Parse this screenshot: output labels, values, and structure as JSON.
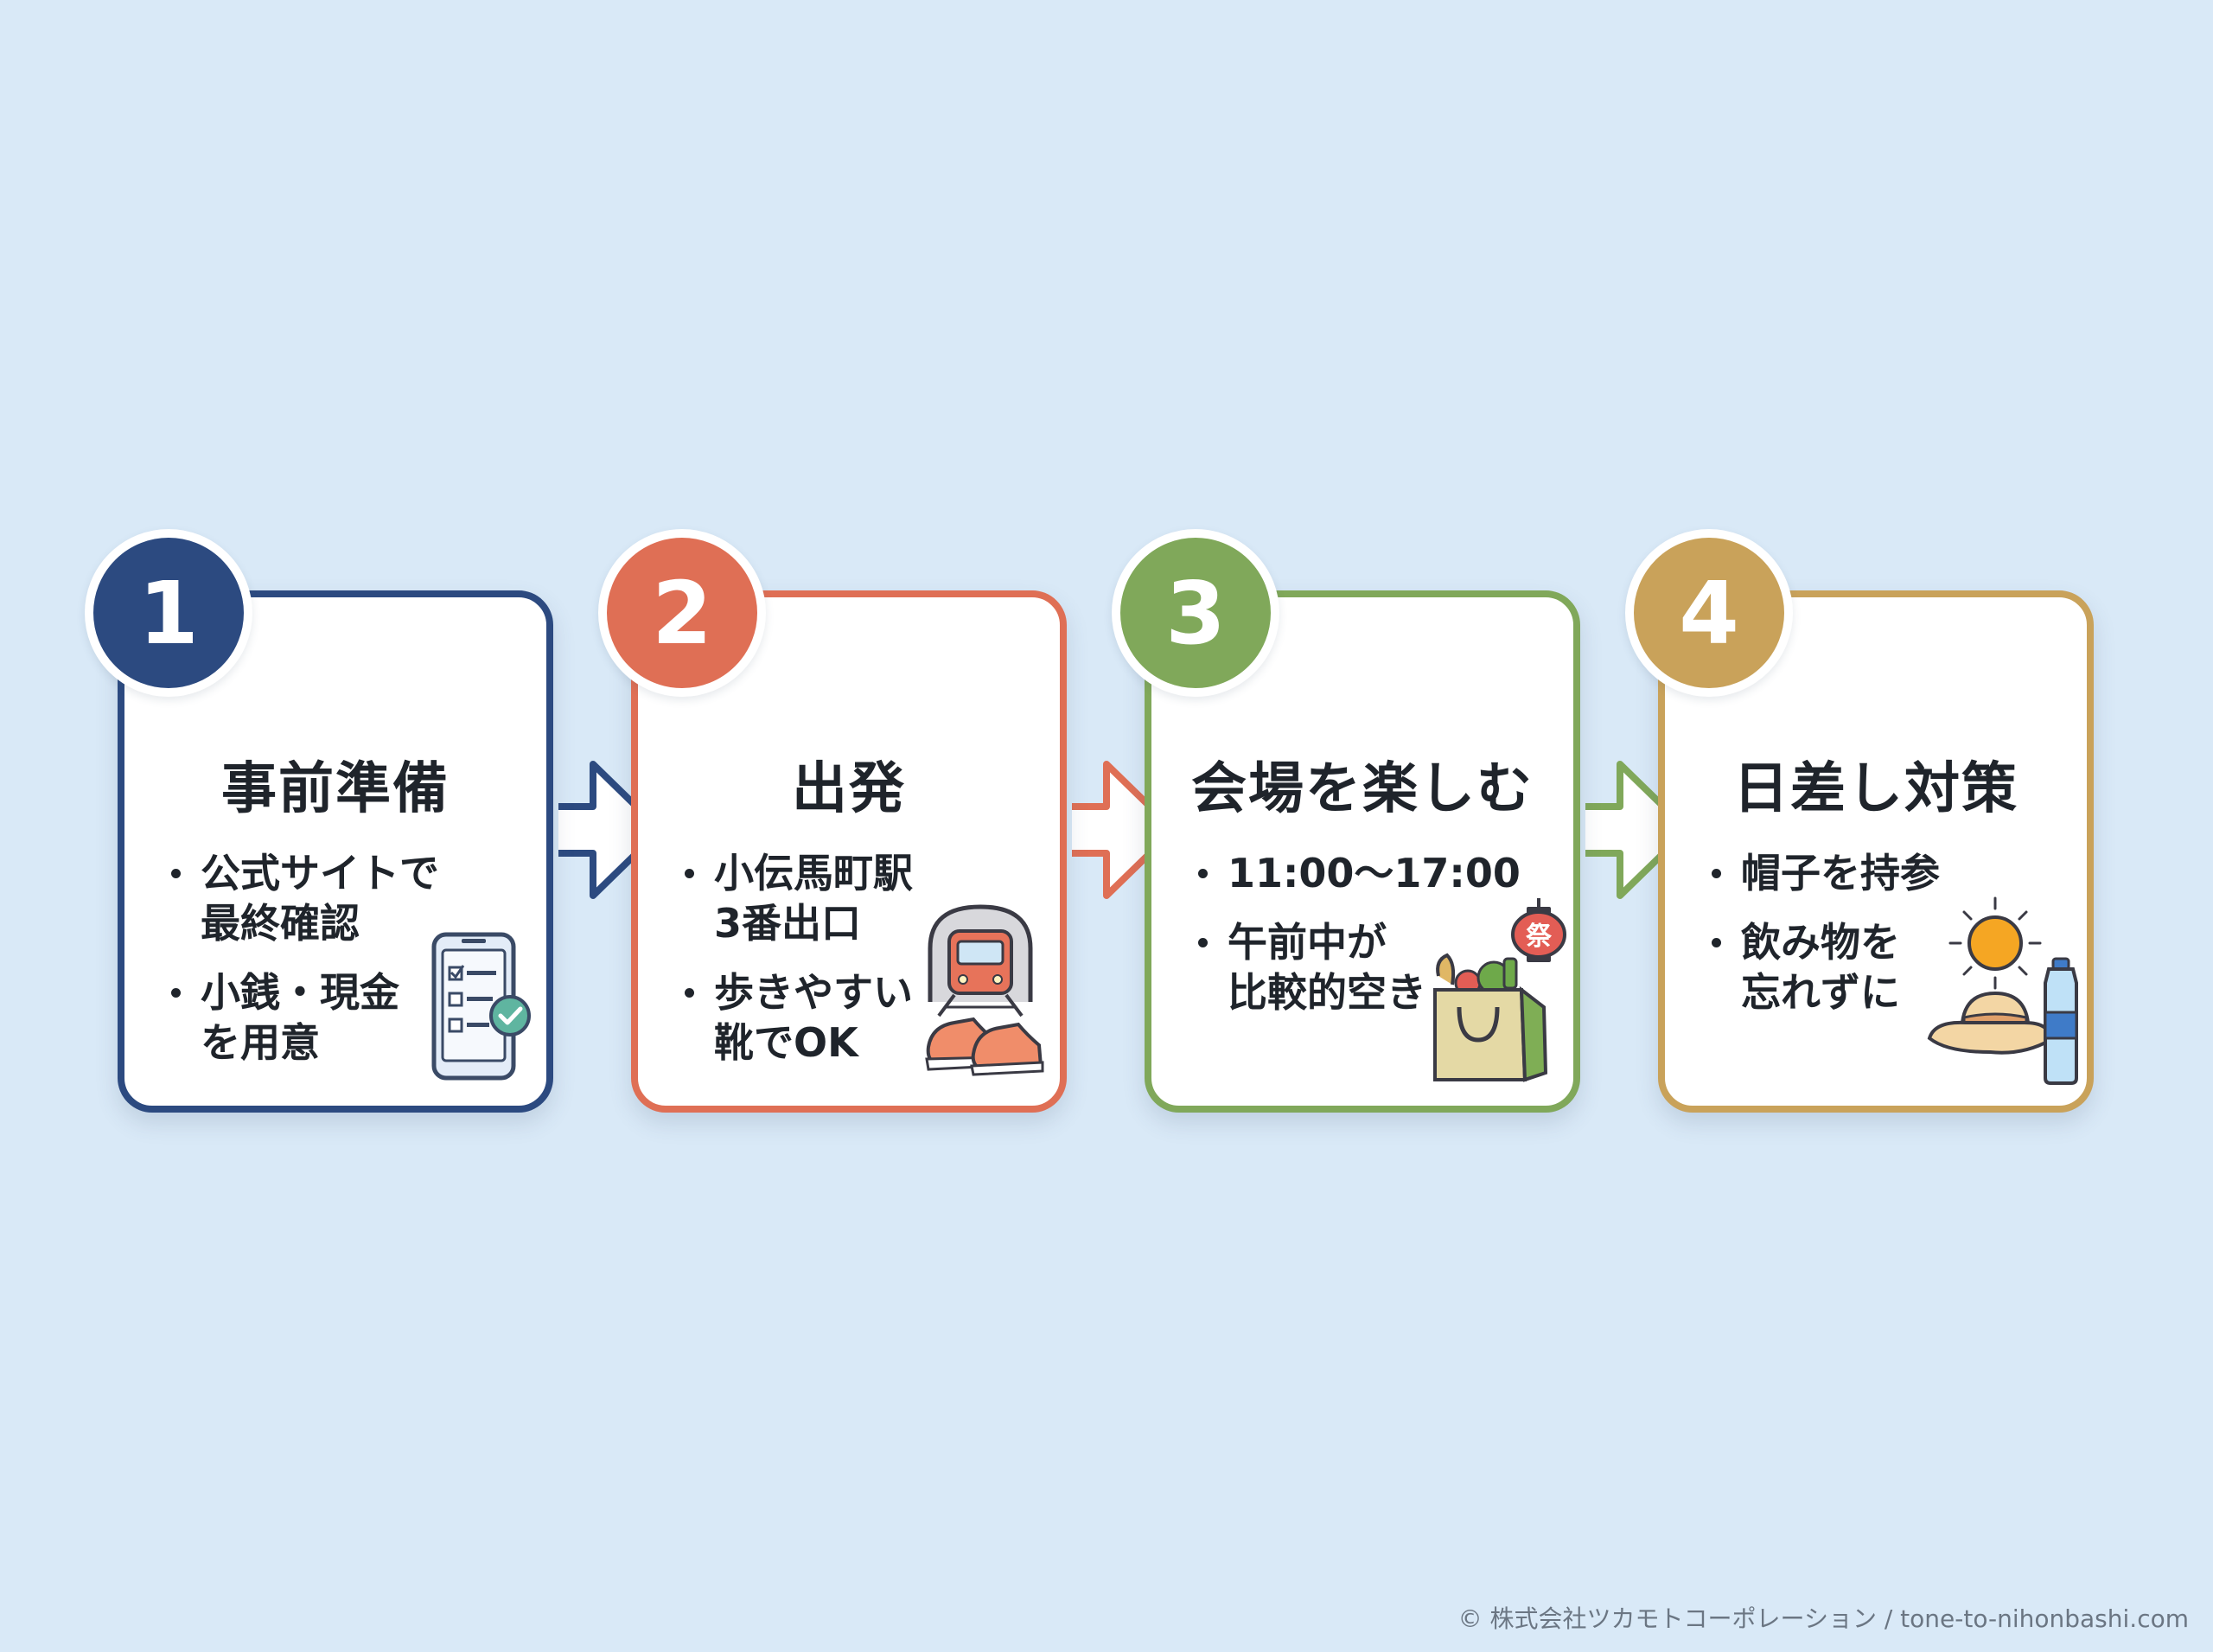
{
  "steps": [
    {
      "number": "1",
      "title": "事前準備",
      "color": "#2c4a80",
      "bullets": [
        {
          "lines": [
            "公式サイトで",
            "最終確認"
          ]
        },
        {
          "lines": [
            "小銭・現金",
            "を用意"
          ]
        }
      ],
      "icon": "smartphone-checklist-icon"
    },
    {
      "number": "2",
      "title": "出発",
      "color": "#df6f55",
      "bullets": [
        {
          "lines": [
            "小伝馬町駅",
            "3番出口"
          ]
        },
        {
          "lines": [
            "歩きやすい",
            "靴でOK"
          ]
        }
      ],
      "icon": "train-and-shoes-icon"
    },
    {
      "number": "3",
      "title": "会場を楽しむ",
      "color": "#80a85a",
      "bullets": [
        {
          "lines": [
            "11:00〜17:00"
          ]
        },
        {
          "lines": [
            "午前中が",
            "比較的空き"
          ]
        }
      ],
      "icon": "shopping-bag-lantern-icon",
      "lantern_text": "祭"
    },
    {
      "number": "4",
      "title": "日差し対策",
      "color": "#c9a25a",
      "bullets": [
        {
          "lines": [
            "帽子を持参"
          ]
        },
        {
          "lines": [
            "飲み物を",
            "忘れずに"
          ]
        }
      ],
      "icon": "sun-hat-water-bottle-icon"
    }
  ],
  "footer": "© 株式会社ツカモトコーポレーション / tone-to-nihonbashi.com"
}
